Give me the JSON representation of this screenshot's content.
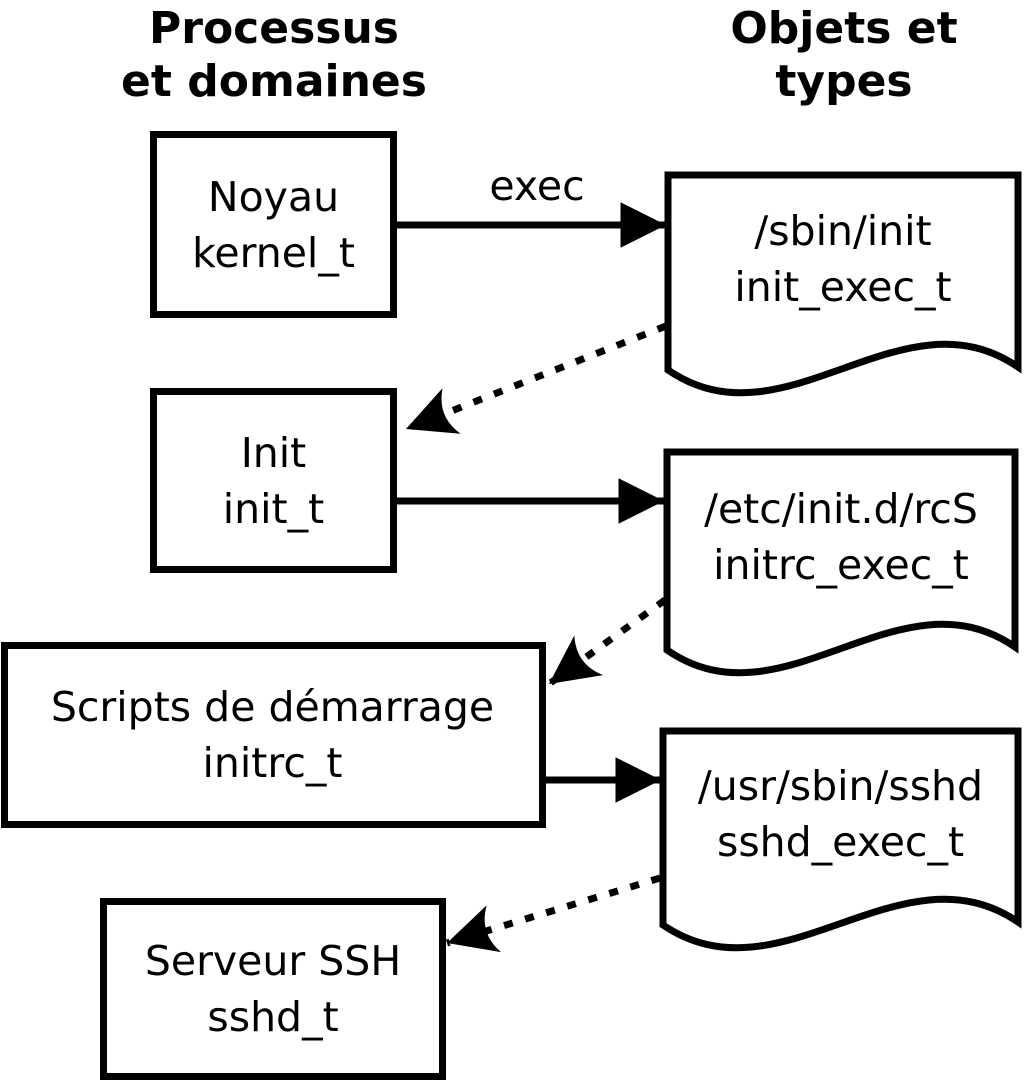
{
  "headers": {
    "processes": {
      "line1": "Processus",
      "line2": "et domaines"
    },
    "objects": {
      "line1": "Objets et",
      "line2": "types"
    }
  },
  "process_boxes": [
    {
      "label": "Noyau",
      "domain": "kernel_t"
    },
    {
      "label": "Init",
      "domain": "init_t"
    },
    {
      "label": "Scripts de démarrage",
      "domain": "initrc_t"
    },
    {
      "label": "Serveur SSH",
      "domain": "sshd_t"
    }
  ],
  "object_docs": [
    {
      "path": "/sbin/init",
      "type": "init_exec_t"
    },
    {
      "path": "/etc/init.d/rcS",
      "type": "initrc_exec_t"
    },
    {
      "path": "/usr/sbin/sshd",
      "type": "sshd_exec_t"
    }
  ],
  "arrows": {
    "exec_label": "exec"
  },
  "colors": {
    "line": "#000000",
    "shape_fill": "#ffffff",
    "background": "#ffffff"
  }
}
